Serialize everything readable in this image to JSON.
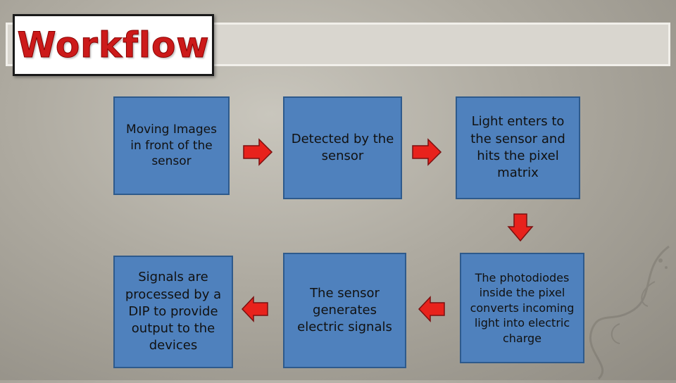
{
  "title": "Workflow",
  "colors": {
    "title_red": "#cc1a1a",
    "box_blue": "#4f81bd",
    "box_border": "#2e5a8c",
    "arrow_red": "#e8221c"
  },
  "steps": [
    {
      "id": "moving-images",
      "text": "Moving Images in front of the sensor"
    },
    {
      "id": "detected",
      "text": "Detected by the sensor"
    },
    {
      "id": "light-enters",
      "text": "Light enters to the sensor and hits the pixel matrix"
    },
    {
      "id": "photodiodes",
      "text": "The photodiodes inside the pixel converts incoming light into electric charge"
    },
    {
      "id": "signals",
      "text": "The sensor generates electric signals"
    },
    {
      "id": "dip",
      "text": "Signals are processed by a DIP to provide output to the devices"
    }
  ],
  "arrows": [
    {
      "from": "moving-images",
      "to": "detected",
      "direction": "right"
    },
    {
      "from": "detected",
      "to": "light-enters",
      "direction": "right"
    },
    {
      "from": "light-enters",
      "to": "photodiodes",
      "direction": "down"
    },
    {
      "from": "photodiodes",
      "to": "signals",
      "direction": "left"
    },
    {
      "from": "signals",
      "to": "dip",
      "direction": "left"
    }
  ]
}
